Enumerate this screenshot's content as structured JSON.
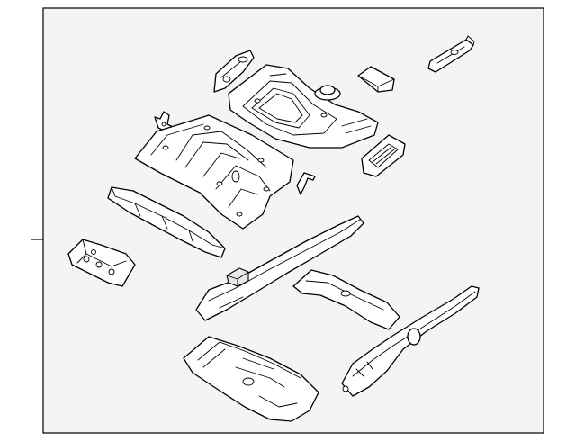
{
  "diagram": {
    "parts": [
      {
        "id": "bracket-top-right"
      },
      {
        "id": "side-bracket-upper-left"
      },
      {
        "id": "rear-floor-pan"
      },
      {
        "id": "center-plug"
      },
      {
        "id": "small-bracket-right"
      },
      {
        "id": "clip-bracket-left"
      },
      {
        "id": "rear-floor-panel-center"
      },
      {
        "id": "hook-bracket"
      },
      {
        "id": "vent-grille-panel"
      },
      {
        "id": "crossmember-upper-left"
      },
      {
        "id": "mounting-plate-left"
      },
      {
        "id": "side-member-long"
      },
      {
        "id": "crossmember-lower-center"
      },
      {
        "id": "side-member-rear-right"
      },
      {
        "id": "front-floor-panel-lower"
      }
    ]
  }
}
